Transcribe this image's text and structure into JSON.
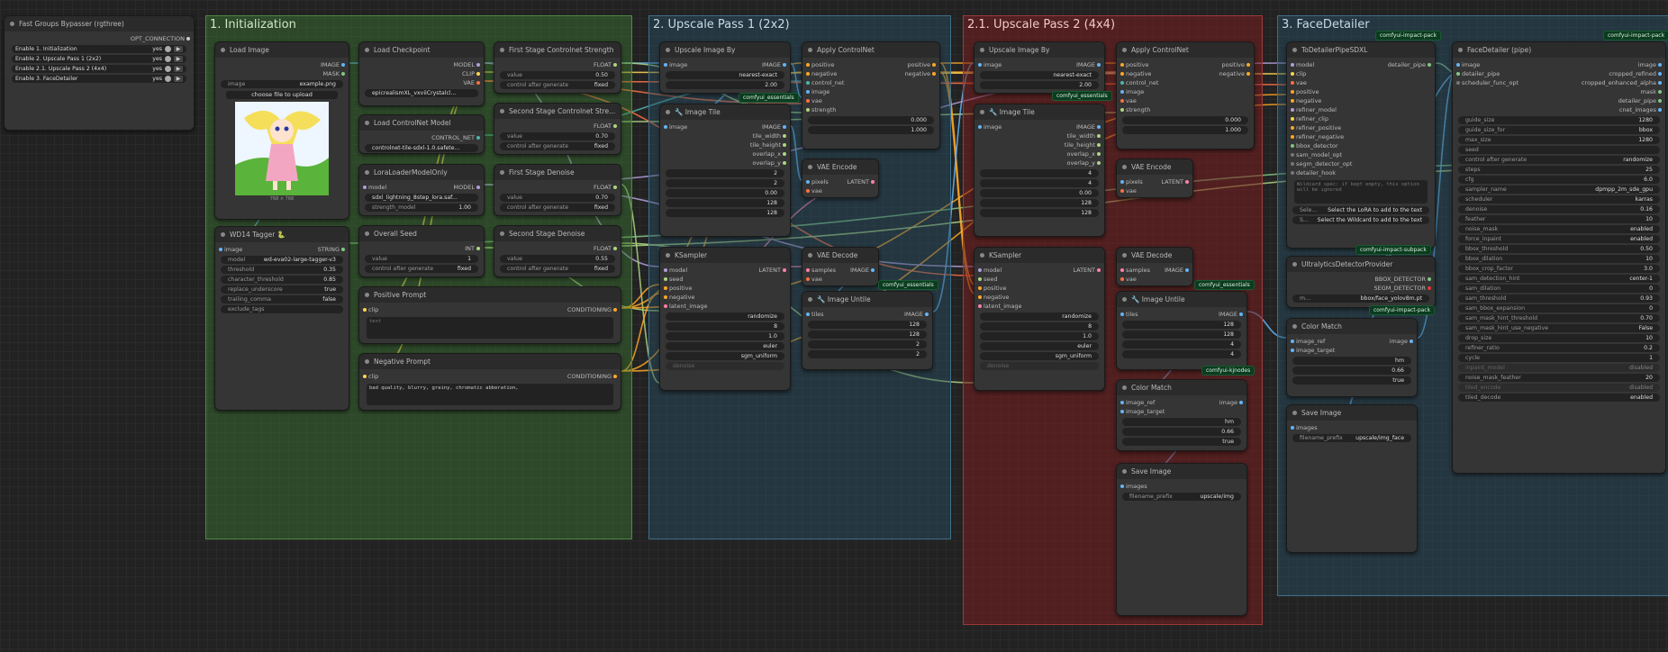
{
  "bypasser": {
    "title": "Fast Groups Bypasser (rgthree)",
    "output": "OPT_CONNECTION",
    "rows": [
      {
        "label": "Enable 1. Initialization",
        "state": "yes"
      },
      {
        "label": "Enable 2. Upscale Pass 1 (2x2)",
        "state": "yes"
      },
      {
        "label": "Enable 2.1. Upscale Pass 2 (4x4)",
        "state": "yes"
      },
      {
        "label": "Enable 3. FaceDetailer",
        "state": "yes"
      }
    ]
  },
  "groups": {
    "g1": "1. Initialization",
    "g2": "2. Upscale Pass 1 (2x2)",
    "g3": "2.1. Upscale Pass 2 (4x4)",
    "g4": "3. FaceDetailer"
  },
  "load_image": {
    "title": "Load Image",
    "out1": "IMAGE",
    "out2": "MASK",
    "image_label": "image",
    "image_value": "example.png",
    "upload": "choose file to upload",
    "size": "768 × 768"
  },
  "wd14": {
    "title": "WD14 Tagger 🐍",
    "in": "image",
    "out": "STRING",
    "rows": [
      {
        "k": "model",
        "v": "wd-eva02-large-tagger-v3"
      },
      {
        "k": "threshold",
        "v": "0.35"
      },
      {
        "k": "character_threshold",
        "v": "0.85"
      },
      {
        "k": "replace_underscore",
        "v": "true"
      },
      {
        "k": "trailing_comma",
        "v": "false"
      },
      {
        "k": "exclude_tags",
        "v": ""
      }
    ]
  },
  "checkpoint": {
    "title": "Load Checkpoint",
    "outs": [
      "MODEL",
      "CLIP",
      "VAE"
    ],
    "ckpt": "epicrealismXL_vxviiCrystalcl..."
  },
  "controlnet_model": {
    "title": "Load ControlNet Model",
    "out": "CONTROL_NET",
    "name": "controlnet-tile-sdxl-1.0.safete..."
  },
  "lora": {
    "title": "LoraLoaderModelOnly",
    "in": "model",
    "out": "MODEL",
    "name": "sdxl_lightning_8step_lora.saf...",
    "strength_label": "strength_model",
    "strength": "1.00"
  },
  "seed": {
    "title": "Overall Seed",
    "out": "INT",
    "value": "1",
    "cag": "control after generate",
    "mode": "fixed"
  },
  "pos_prompt": {
    "title": "Positive Prompt",
    "in": "clip",
    "out": "CONDITIONING",
    "text": "text"
  },
  "neg_prompt": {
    "title": "Negative Prompt",
    "in": "clip",
    "out": "CONDITIONING",
    "text": "bad quality, blurry, grainy, chromatic abberation,"
  },
  "floats": [
    {
      "title": "First Stage Controlnet Strength",
      "out": "FLOAT",
      "value": "0.50",
      "mode": "fixed"
    },
    {
      "title": "Second Stage Controlnet Stre...",
      "out": "FLOAT",
      "value": "0.70",
      "mode": "fixed"
    },
    {
      "title": "First Stage Denoise",
      "out": "FLOAT",
      "value": "0.70",
      "mode": "fixed"
    },
    {
      "title": "Second Stage Denoise",
      "out": "FLOAT",
      "value": "0.55",
      "mode": "fixed"
    }
  ],
  "labels": {
    "value": "value",
    "cag": "control after generate",
    "fixed": "fixed",
    "randomize": "randomize"
  },
  "pass1": {
    "upscale_by": {
      "title": "Upscale Image By",
      "in": "image",
      "out": "IMAGE",
      "method": "nearest-exact",
      "scale": "2.00"
    },
    "apply_cn": {
      "title": "Apply ControlNet",
      "ins": [
        "positive",
        "negative",
        "control_net",
        "image",
        "vae",
        "strength"
      ],
      "outs": [
        "positive",
        "negative"
      ],
      "start": "0.000",
      "end": "1.000"
    },
    "image_tile": {
      "title": "🔧 Image Tile",
      "in": "image",
      "outs": [
        "IMAGE",
        "tile_width",
        "tile_height",
        "overlap_x",
        "overlap_y"
      ],
      "rows": "2",
      "cols": "2",
      "overlap": "0.00",
      "overlap_x": "128",
      "overlap_y": "128"
    },
    "vae_encode": {
      "title": "VAE Encode",
      "ins": [
        "pixels",
        "vae"
      ],
      "out": "LATENT"
    },
    "ksampler": {
      "title": "KSampler",
      "ins": [
        "model",
        "seed",
        "positive",
        "negative",
        "latent_image"
      ],
      "out": "LATENT",
      "mode": "randomize",
      "steps": "8",
      "cfg": "1.0",
      "sampler": "euler",
      "scheduler": "sgm_uniform",
      "denoise": "denoise"
    },
    "vae_decode": {
      "title": "VAE Decode",
      "ins": [
        "samples",
        "vae"
      ],
      "out": "IMAGE"
    },
    "untile": {
      "title": "🔧 Image Untile",
      "in": "tiles",
      "out": "IMAGE",
      "overlap_x": "128",
      "overlap_y": "128",
      "rows": "2",
      "cols": "2"
    }
  },
  "pass2": {
    "upscale_by": {
      "title": "Upscale Image By",
      "in": "image",
      "out": "IMAGE",
      "method": "nearest-exact",
      "scale": "2.00"
    },
    "apply_cn": {
      "title": "Apply ControlNet",
      "ins": [
        "positive",
        "negative",
        "control_net",
        "image",
        "vae",
        "strength"
      ],
      "outs": [
        "positive",
        "negative"
      ],
      "start": "0.000",
      "end": "1.000"
    },
    "image_tile": {
      "title": "🔧 Image Tile",
      "in": "image",
      "outs": [
        "IMAGE",
        "tile_width",
        "tile_height",
        "overlap_x",
        "overlap_y"
      ],
      "rows": "4",
      "cols": "4",
      "overlap": "0.00",
      "overlap_x": "128",
      "overlap_y": "128"
    },
    "vae_encode": {
      "title": "VAE Encode",
      "ins": [
        "pixels",
        "vae"
      ],
      "out": "LATENT"
    },
    "ksampler": {
      "title": "KSampler",
      "ins": [
        "model",
        "seed",
        "positive",
        "negative",
        "latent_image"
      ],
      "out": "LATENT",
      "mode": "randomize",
      "steps": "8",
      "cfg": "1.0",
      "sampler": "euler",
      "scheduler": "sgm_uniform",
      "denoise": "denoise"
    },
    "vae_decode": {
      "title": "VAE Decode",
      "ins": [
        "samples",
        "vae"
      ],
      "out": "IMAGE"
    },
    "untile": {
      "title": "🔧 Image Untile",
      "in": "tiles",
      "out": "IMAGE",
      "overlap_x": "128",
      "overlap_y": "128",
      "rows": "4",
      "cols": "4"
    },
    "color_match": {
      "title": "Color Match",
      "ins": [
        "image_ref",
        "image_target"
      ],
      "out": "image",
      "method": "hm",
      "strength": "0.66",
      "multithread": "true"
    },
    "save": {
      "title": "Save Image",
      "in": "images",
      "prefix_label": "filename_prefix",
      "prefix": "upscale/img"
    }
  },
  "badges": {
    "essentials": "comfyui_essentials",
    "impact": "comfyui-impact-pack",
    "subpack": "comfyui-impact-subpack",
    "kjnodes": "comfyui-kjnodes"
  },
  "todetailer": {
    "title": "ToDetailerPipeSDXL",
    "ins": [
      "model",
      "clip",
      "vae",
      "positive",
      "negative",
      "refiner_model",
      "refiner_clip",
      "refiner_positive",
      "refiner_negative",
      "bbox_detector",
      "sam_model_opt",
      "segm_detector_opt",
      "detailer_hook"
    ],
    "out": "detailer_pipe",
    "wildcard": "Wildcard spec: if kept empty, this option will be ignored",
    "lora_sel": "Select the LoRA to add to the text",
    "wild_sel": "Select the Wildcard to add to the text",
    "lora_sel_short": "Sele...",
    "wild_sel_short": "S..."
  },
  "ultralytics": {
    "title": "UltralyticsDetectorProvider",
    "outs": [
      "BBOX_DETECTOR",
      "SEGM_DETECTOR"
    ],
    "model": "bbox/face_yolov8m.pt",
    "model_label": "m..."
  },
  "fd_color_match": {
    "title": "Color Match",
    "ins": [
      "image_ref",
      "image_target"
    ],
    "out": "image",
    "method": "hm",
    "strength": "0.66",
    "multithread": "true"
  },
  "fd_save": {
    "title": "Save Image",
    "in": "images",
    "prefix_label": "filename_prefix",
    "prefix": "upscale/img_face"
  },
  "facedetailer": {
    "title": "FaceDetailer (pipe)",
    "ins": [
      "image",
      "detailer_pipe",
      "scheduler_func_opt"
    ],
    "outs": [
      "image",
      "cropped_refined",
      "cropped_enhanced_alpha",
      "mask",
      "detailer_pipe",
      "cnet_images"
    ],
    "rows": [
      {
        "k": "guide_size",
        "v": "1280"
      },
      {
        "k": "guide_size_for",
        "v": "bbox"
      },
      {
        "k": "max_size",
        "v": "1280"
      },
      {
        "k": "seed",
        "v": ""
      },
      {
        "k": "control after generate",
        "v": "randomize"
      },
      {
        "k": "steps",
        "v": "25"
      },
      {
        "k": "cfg",
        "v": "6.0"
      },
      {
        "k": "sampler_name",
        "v": "dpmpp_2m_sde_gpu"
      },
      {
        "k": "scheduler",
        "v": "karras"
      },
      {
        "k": "denoise",
        "v": "0.16"
      },
      {
        "k": "feather",
        "v": "10"
      },
      {
        "k": "noise_mask",
        "v": "enabled"
      },
      {
        "k": "force_inpaint",
        "v": "enabled"
      },
      {
        "k": "bbox_threshold",
        "v": "0.50"
      },
      {
        "k": "bbox_dilation",
        "v": "10"
      },
      {
        "k": "bbox_crop_factor",
        "v": "3.0"
      },
      {
        "k": "sam_detection_hint",
        "v": "center-1"
      },
      {
        "k": "sam_dilation",
        "v": "0"
      },
      {
        "k": "sam_threshold",
        "v": "0.93"
      },
      {
        "k": "sam_bbox_expansion",
        "v": "0"
      },
      {
        "k": "sam_mask_hint_threshold",
        "v": "0.70"
      },
      {
        "k": "sam_mask_hint_use_negative",
        "v": "False"
      },
      {
        "k": "drop_size",
        "v": "10"
      },
      {
        "k": "refiner_ratio",
        "v": "0.2"
      },
      {
        "k": "cycle",
        "v": "1"
      },
      {
        "k": "inpaint_model",
        "v": "disabled"
      },
      {
        "k": "noise_mask_feather",
        "v": "20"
      },
      {
        "k": "tiled_encode",
        "v": "disabled"
      },
      {
        "k": "tiled_decode",
        "v": "enabled"
      }
    ]
  },
  "colors": {
    "g1": "#2f5a2a",
    "g2": "#2c4a5a",
    "g3": "#6a2626",
    "g4": "#2c4a5a",
    "model": "#b39ddb",
    "clip": "#ffd54f",
    "vae": "#ff7043",
    "image": "#64b5f6",
    "latent": "#ff80ab",
    "conditioning": "#ffa726",
    "float": "#aed581",
    "int": "#aed581",
    "string": "#81c784"
  }
}
